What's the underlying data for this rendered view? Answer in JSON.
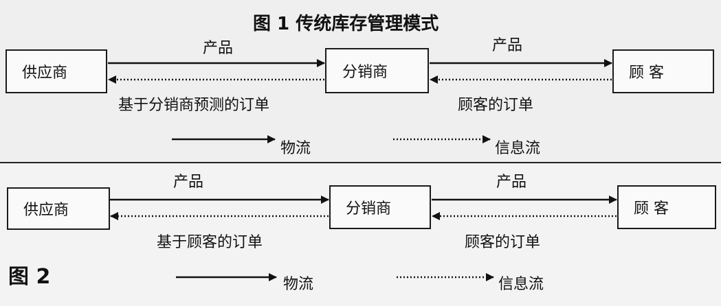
{
  "figure1": {
    "title": "图 1  传统库存管理模式",
    "nodes": {
      "supplier": "供应商",
      "distributor": "分销商",
      "customer": "顾 客"
    },
    "top_label_left": "产品",
    "top_label_right": "产品",
    "bottom_label_left": "基于分销商预测的订单",
    "bottom_label_right": "顾客的订单",
    "legend": {
      "physical": "物流",
      "information": "信息流"
    }
  },
  "figure2": {
    "title": "图 2",
    "nodes": {
      "supplier": "供应商",
      "distributor": "分销商",
      "customer": "顾 客"
    },
    "top_label_left": "产品",
    "top_label_right": "产品",
    "bottom_label_left": "基于顾客的订单",
    "bottom_label_right": "顾客的订单",
    "legend": {
      "physical": "物流",
      "information": "信息流"
    }
  }
}
